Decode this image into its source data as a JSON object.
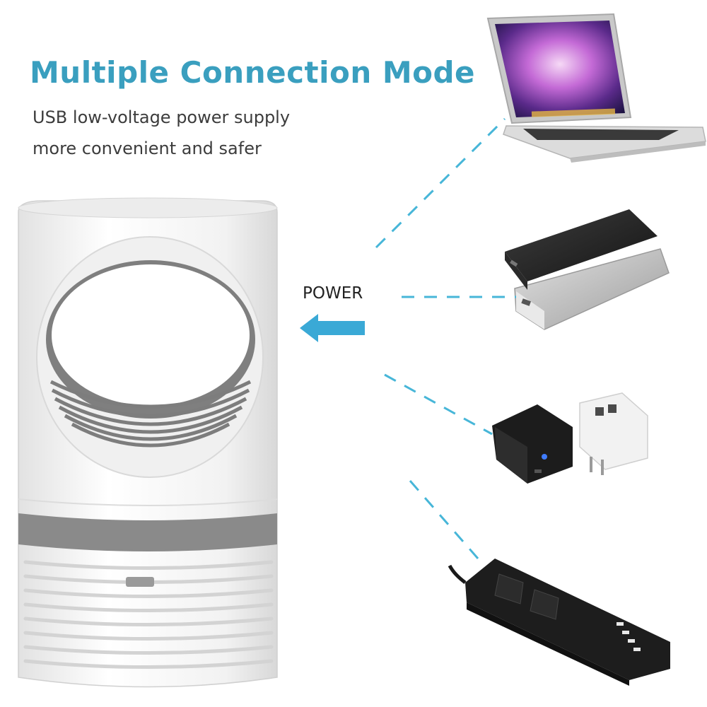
{
  "headline": "Multiple Connection Mode",
  "subtitle_line1": "USB low-voltage power supply",
  "subtitle_line2": "more convenient and safer",
  "power_label": "POWER",
  "colors": {
    "accent": "#3a9fbf",
    "dash": "#47b6d8",
    "arrow": "#3aa9d6",
    "lamp_white": "#f4f4f4",
    "lamp_gray": "#8c8c8c",
    "device_black": "#1e1e1e",
    "device_silver": "#b9b9b9"
  },
  "icons": [
    "mosquito-lamp",
    "laptop",
    "power-bank",
    "wall-adapter",
    "power-strip",
    "left-arrow"
  ]
}
